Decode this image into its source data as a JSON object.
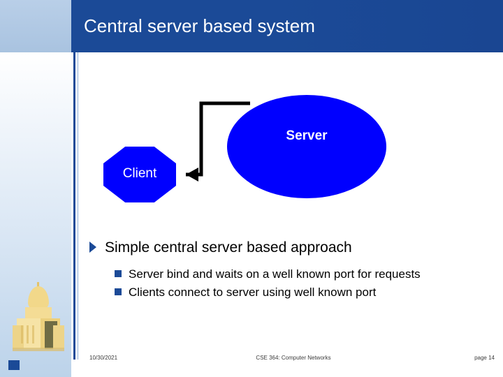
{
  "slide": {
    "title": "Central server based system",
    "theme": {
      "header_blue": "#1b4a97",
      "header_light": "#b9cfe8",
      "shape_blue": "#0000ff",
      "bullet_marker": "#1b4a97",
      "shape_text": "#ffffff"
    },
    "diagram": {
      "server_label": "Server",
      "client_label": "Client",
      "arrow_direction": "server-to-client"
    },
    "bullets": [
      {
        "level": 1,
        "text": "Simple central server based approach",
        "marker": "triangle-right"
      },
      {
        "level": 2,
        "text": "Server bind and waits on a well known port for requests",
        "marker": "square"
      },
      {
        "level": 2,
        "text": "Clients connect to server using well known port",
        "marker": "square"
      }
    ],
    "footer": {
      "date": "10/30/2021",
      "course": "CSE 364: Computer Networks",
      "page": "page 14"
    }
  }
}
